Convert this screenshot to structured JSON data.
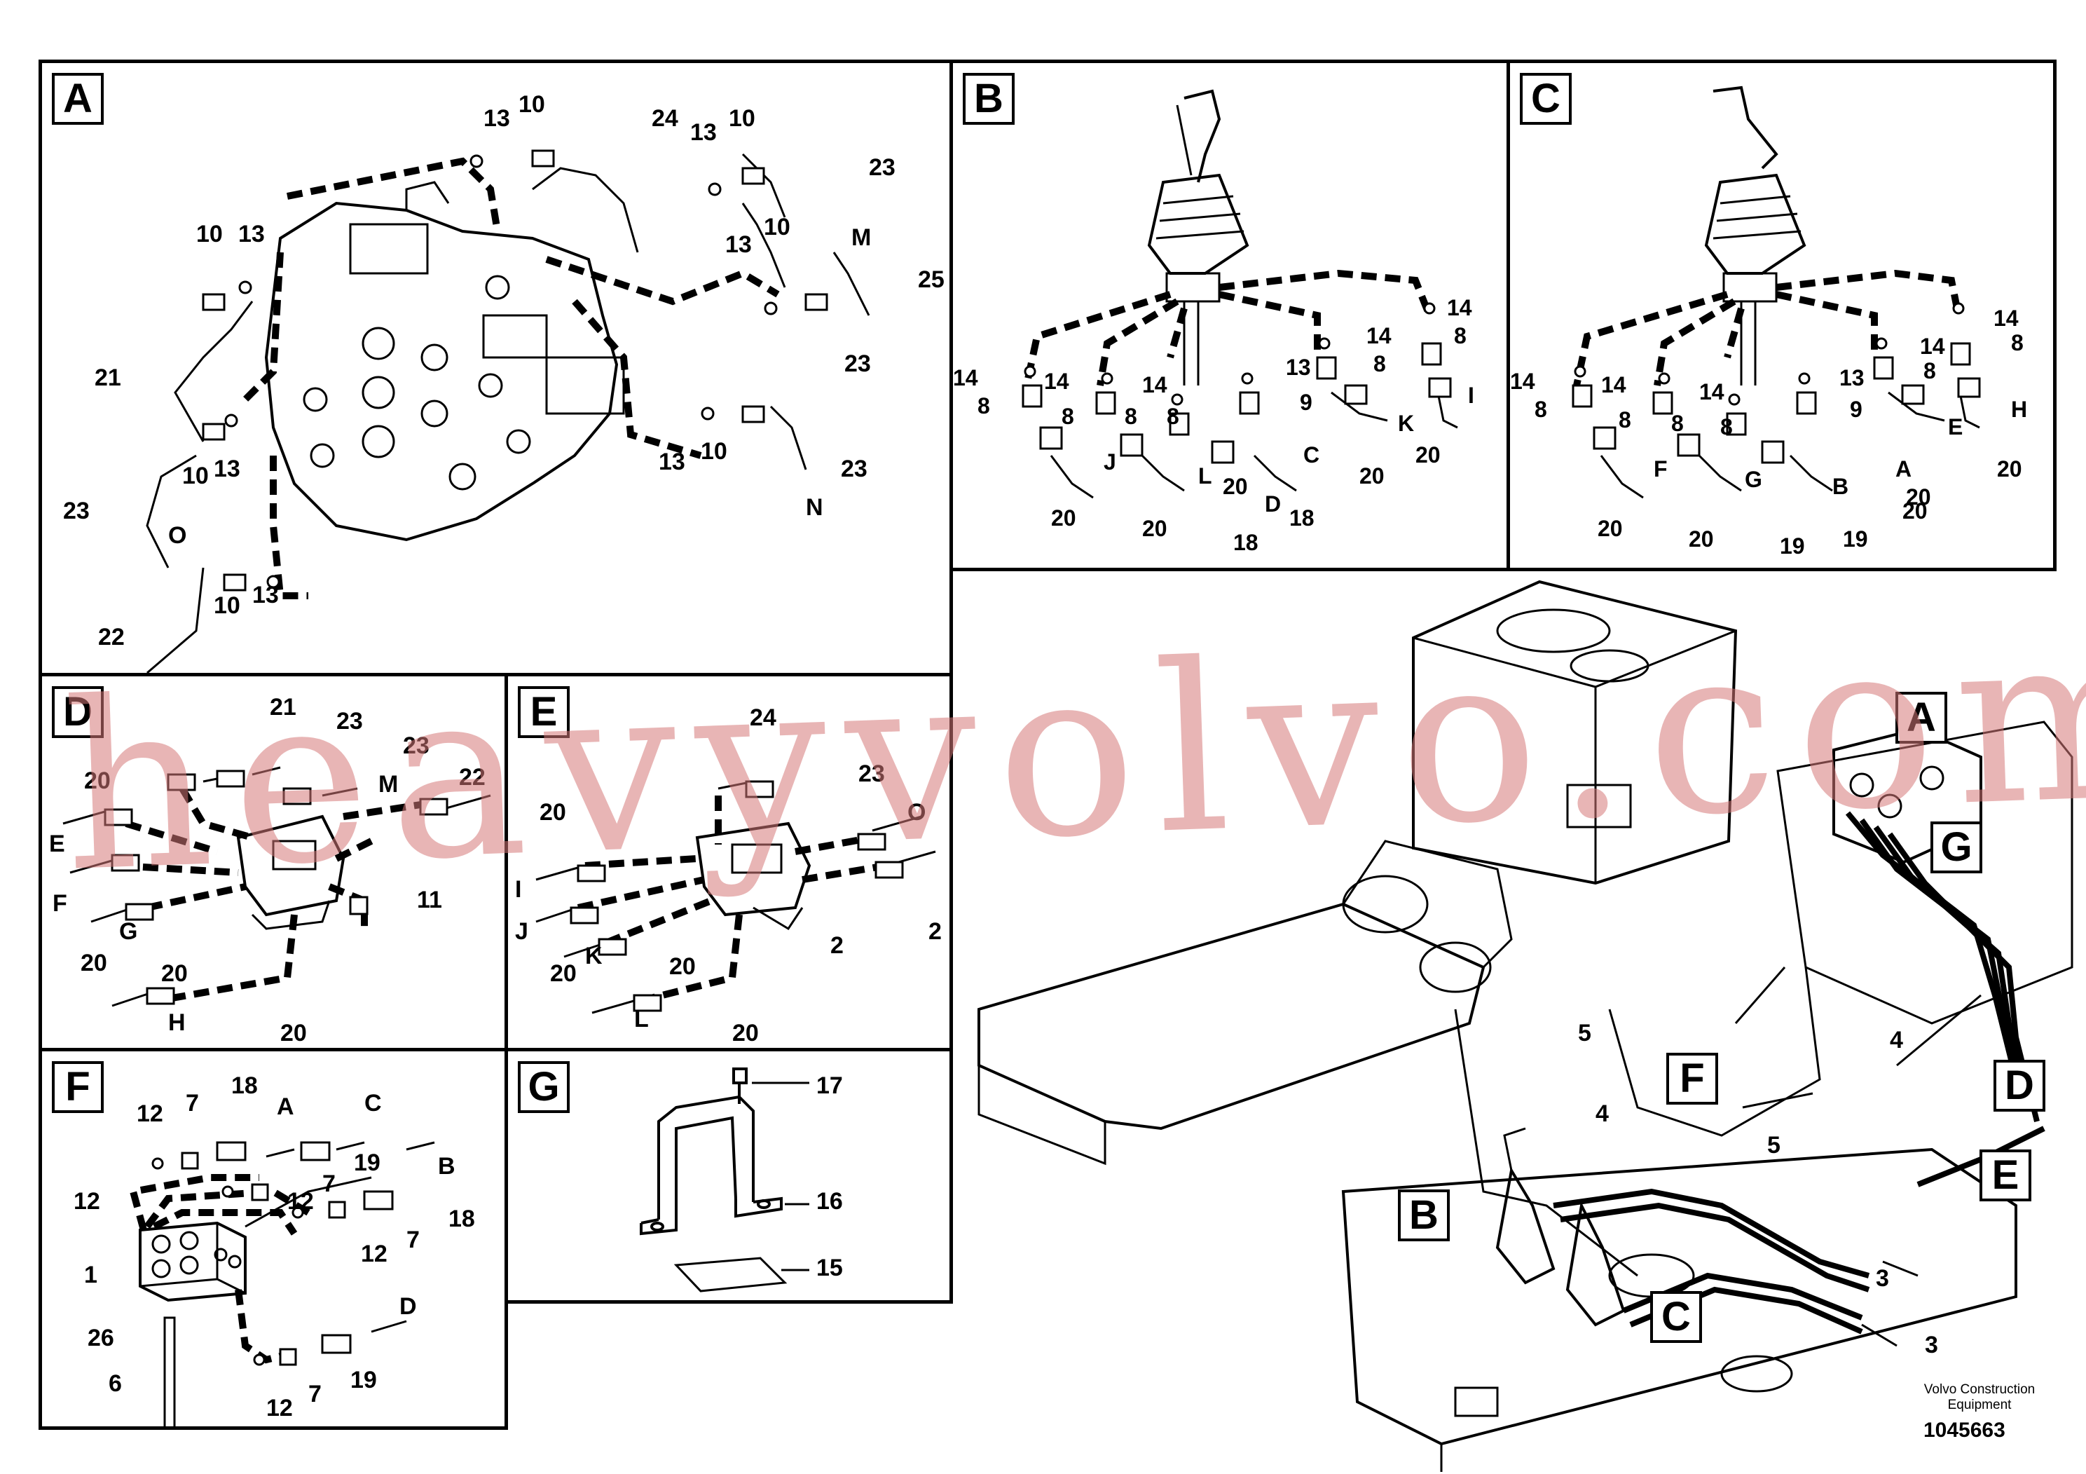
{
  "panels": {
    "a": {
      "tag": "A",
      "labels": [
        "13",
        "10",
        "24",
        "13",
        "10",
        "23",
        "M",
        "10",
        "13",
        "13",
        "10",
        "25",
        "21",
        "23",
        "10",
        "13",
        "13",
        "10",
        "23",
        "N",
        "23",
        "O",
        "10",
        "13",
        "22"
      ]
    },
    "b": {
      "tag": "B",
      "labels": [
        "14",
        "14",
        "8",
        "8",
        "14",
        "13",
        "14",
        "8",
        "8",
        "9",
        "14",
        "8",
        "8",
        "K",
        "J",
        "L",
        "C",
        "I",
        "D",
        "20",
        "20",
        "20",
        "20",
        "20",
        "18",
        "18"
      ]
    },
    "c": {
      "tag": "C",
      "labels": [
        "14",
        "14",
        "8",
        "8",
        "14",
        "13",
        "14",
        "8",
        "8",
        "9",
        "14",
        "8",
        "8",
        "E",
        "F",
        "G",
        "B",
        "A",
        "H",
        "20",
        "20",
        "20",
        "20",
        "20",
        "19",
        "19"
      ]
    },
    "d": {
      "tag": "D",
      "labels": [
        "21",
        "23",
        "23",
        "20",
        "22",
        "M",
        "E",
        "F",
        "G",
        "11",
        "20",
        "20",
        "H",
        "20"
      ]
    },
    "e": {
      "tag": "E",
      "labels": [
        "24",
        "23",
        "20",
        "O",
        "I",
        "J",
        "K",
        "2",
        "20",
        "L",
        "20",
        "20",
        "2"
      ]
    },
    "f": {
      "tag": "F",
      "labels": [
        "18",
        "7",
        "12",
        "A",
        "C",
        "19",
        "12",
        "7",
        "B",
        "12",
        "18",
        "7",
        "1",
        "26",
        "12",
        "D",
        "19",
        "6",
        "7",
        "12"
      ]
    },
    "g": {
      "tag": "G",
      "labels": [
        "17",
        "16",
        "15"
      ]
    }
  },
  "overview": {
    "callouts": [
      "A",
      "G",
      "F",
      "D",
      "E",
      "B",
      "C"
    ],
    "labels": [
      "5",
      "4",
      "4",
      "5",
      "3",
      "3"
    ]
  },
  "watermark": "heavyvolvo.com",
  "company": "Volvo Construction Equipment",
  "doc_number": "1045663"
}
